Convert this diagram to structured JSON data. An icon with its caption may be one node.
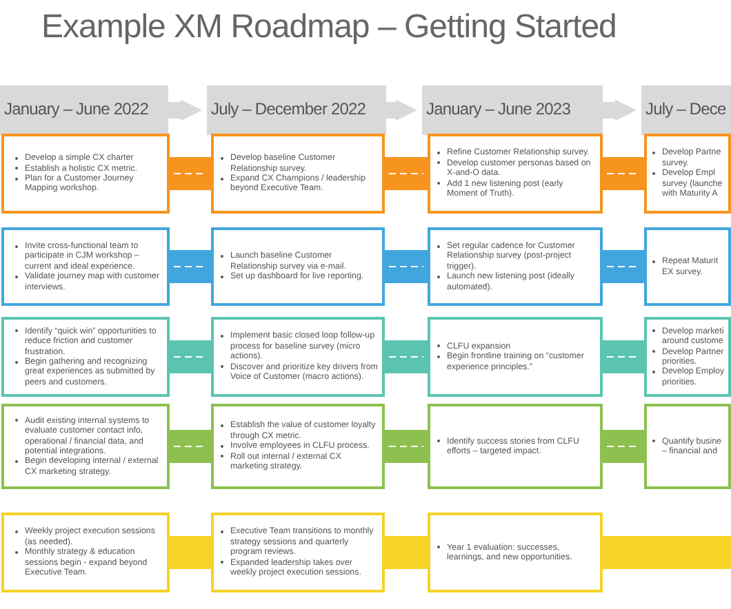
{
  "diagram": {
    "title": "Example XM Roadmap – Getting Started",
    "nodes": [
      {
        "text": [
          "January – June 2022"
        ]
      },
      {
        "text": [
          "July – December 2022"
        ]
      },
      {
        "text": [
          "January – June 2023"
        ]
      },
      {
        "text": [
          "July – Dece"
        ]
      },
      {
        "text": [
          "Develop a simple CX charter",
          "Establish a holistic CX metric.",
          "Plan for a Customer Journey Mapping workshop."
        ]
      },
      {
        "text": [
          "Develop baseline Customer Relationship survey.",
          "Expand CX Champions / leadership beyond Executive Team."
        ]
      },
      {
        "text": [
          "Refine Customer Relationship survey.",
          "Develop customer personas based on X-and-O data.",
          "Add 1 new listening post (early Moment of Truth)."
        ]
      },
      {
        "text": [
          "Develop Partne survey.",
          "Develop Empl survey (launche with Maturity A"
        ]
      },
      {
        "text": [
          "Invite cross-functional team to participate in CJM workshop – current and ideal experience.",
          "Validate journey map with customer interviews."
        ]
      },
      {
        "text": [
          "Launch baseline Customer Relationship survey via e-mail.",
          "Set up dashboard for live reporting."
        ]
      },
      {
        "text": [
          "Set regular cadence for Customer Relationship survey (post-project trigger).",
          "Launch new listening post (ideally automated)."
        ]
      },
      {
        "text": [
          "Repeat Maturit EX survey."
        ]
      },
      {
        "text": [
          "Identify “quick win” opportunities to reduce friction and customer frustration.",
          "Begin gathering and recognizing great experiences as submitted by peers and customers."
        ]
      },
      {
        "text": [
          "Implement basic closed loop follow-up process for baseline survey (micro actions).",
          "Discover and prioritize key drivers from Voice of Customer (macro actions)."
        ]
      },
      {
        "text": [
          "CLFU expansion",
          "Begin frontline training on “customer experience principles.”"
        ]
      },
      {
        "text": [
          "Develop marketi around custome",
          "Develop Partner priorities.",
          "Develop Employ priorities."
        ]
      },
      {
        "text": [
          "Audit existing internal systems to evaluate customer contact info, operational / financial data, and potential integrations.",
          "Begin developing internal / external CX marketing strategy."
        ]
      },
      {
        "text": [
          "Establish the value of customer loyalty through CX metric.",
          "Involve employees in CLFU process.",
          "Roll out internal / external CX marketing strategy."
        ]
      },
      {
        "text": [
          "Identify success stories from CLFU efforts – targeted impact."
        ]
      },
      {
        "text": [
          "Quantify busine – financial and"
        ]
      },
      {
        "text": [
          "Weekly project execution sessions (as needed).",
          "Monthly strategy & education sessions begin - expand beyond Executive Team."
        ]
      },
      {
        "text": [
          "Executive Team transitions to monthly strategy sessions and quarterly program reviews.",
          "Expanded leadership takes over weekly project execution sessions."
        ]
      },
      {
        "text": [
          "Year 1 evaluation: successes, learnings, and new opportunities."
        ]
      }
    ],
    "edges": [
      {
        "from": 0,
        "to": 1,
        "arrow": "to",
        "color": "#d9d9d9"
      },
      {
        "from": 1,
        "to": 2,
        "arrow": "to",
        "color": "#d9d9d9"
      },
      {
        "from": 2,
        "to": 3,
        "arrow": "to",
        "color": "#d9d9d9"
      },
      {
        "from": 4,
        "to": 5,
        "arrow": "none",
        "color": "#f7941d"
      },
      {
        "from": 5,
        "to": 6,
        "arrow": "none",
        "color": "#f7941d"
      },
      {
        "from": 6,
        "to": 7,
        "arrow": "none",
        "color": "#f7941d"
      },
      {
        "from": 8,
        "to": 9,
        "arrow": "none",
        "color": "#41a6dd"
      },
      {
        "from": 9,
        "to": 10,
        "arrow": "none",
        "color": "#41a6dd"
      },
      {
        "from": 10,
        "to": 11,
        "arrow": "none",
        "color": "#41a6dd"
      },
      {
        "from": 12,
        "to": 13,
        "arrow": "none",
        "color": "#5bc4b1"
      },
      {
        "from": 13,
        "to": 14,
        "arrow": "none",
        "color": "#5bc4b1"
      },
      {
        "from": 14,
        "to": 15,
        "arrow": "none",
        "color": "#5bc4b1"
      },
      {
        "from": 16,
        "to": 17,
        "arrow": "none",
        "color": "#8dc04f"
      },
      {
        "from": 17,
        "to": 18,
        "arrow": "none",
        "color": "#8dc04f"
      },
      {
        "from": 18,
        "to": 19,
        "arrow": "none",
        "color": "#8dc04f"
      },
      {
        "from": 20,
        "to": 21,
        "arrow": "none",
        "color": "#f5d327"
      },
      {
        "from": 21,
        "to": 22,
        "arrow": "none",
        "color": "#f5d327"
      },
      {
        "from": 22,
        "to": null,
        "arrow": "none",
        "color": "#f5d327"
      }
    ]
  }
}
